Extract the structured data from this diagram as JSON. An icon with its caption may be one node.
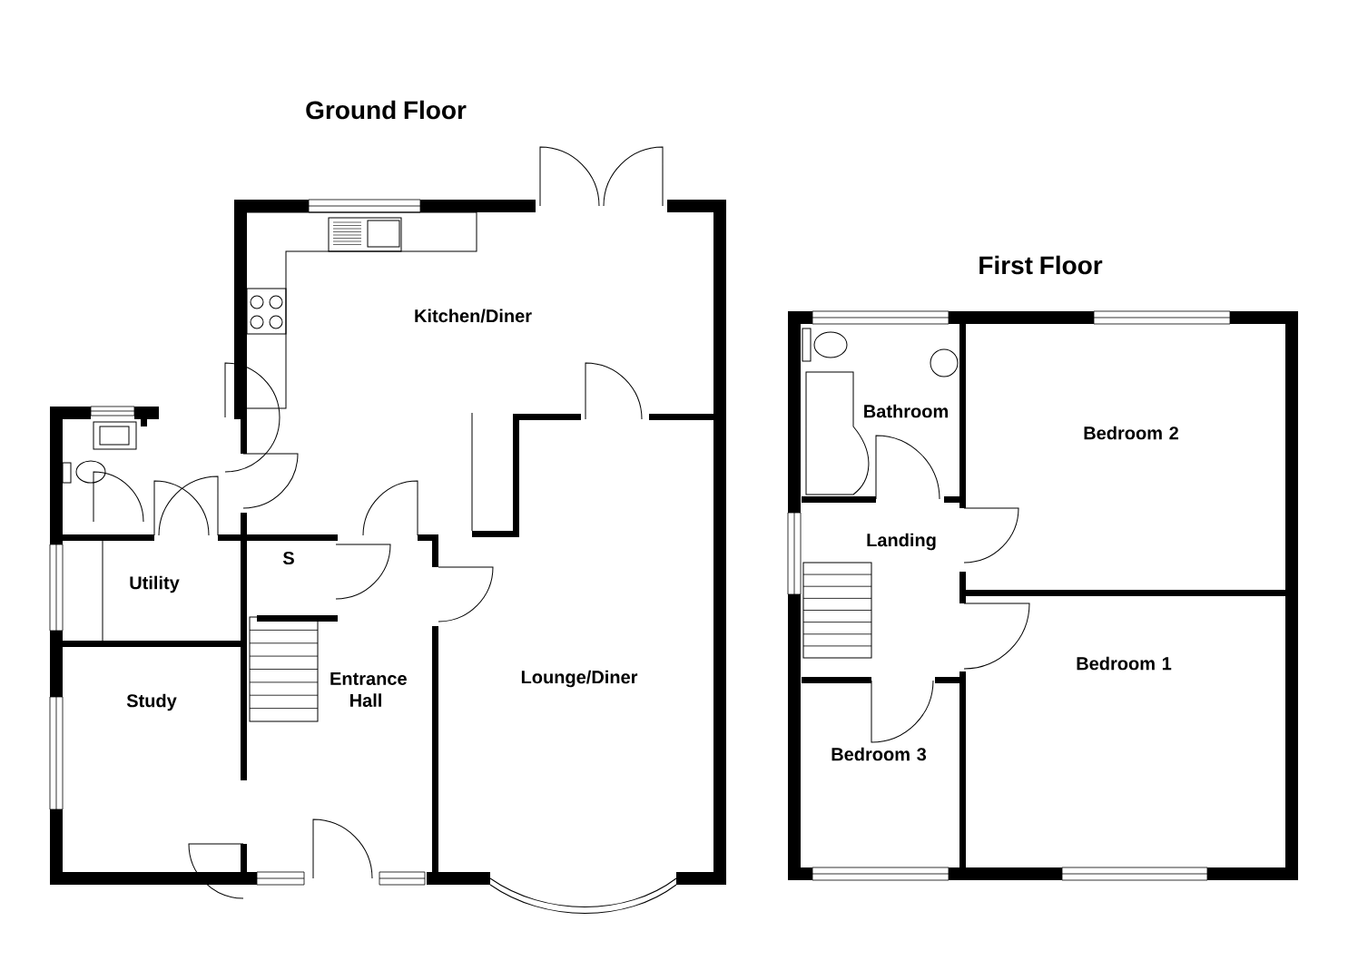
{
  "diagram": {
    "labels": [
      "Ground Floor",
      "Kitchen/Diner",
      "Utility",
      "S",
      "Study",
      "Entrance Hall",
      "Lounge/Diner",
      "First Floor",
      "Bathroom",
      "Bedroom 2",
      "Landing",
      "Bedroom 1",
      "Bedroom 3"
    ]
  }
}
